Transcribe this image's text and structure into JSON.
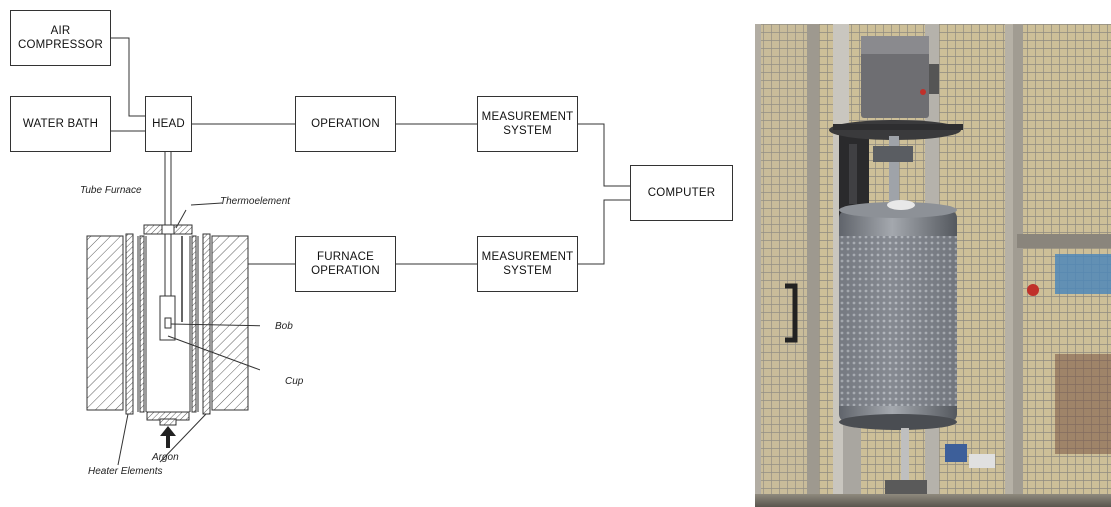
{
  "diagram": {
    "boxes": {
      "air_compressor": "AIR\nCOMPRESSOR",
      "water_bath": "WATER BATH",
      "head": "HEAD",
      "operation": "OPERATION",
      "measurement_system_top": "MEASUREMENT\nSYSTEM",
      "computer": "COMPUTER",
      "furnace_operation": "FURNACE\nOPERATION",
      "measurement_system_bottom": "MEASUREMENT\nSYSTEM"
    },
    "labels": {
      "tube_furnace": "Tube Furnace",
      "thermoelement": "Thermoelement",
      "bob": "Bob",
      "cup": "Cup",
      "argon": "Argon",
      "heater_elements": "Heater Elements"
    }
  },
  "photo": {
    "subject": "rotational viscometer with tube furnace inside mesh cabinet",
    "colors": {
      "cabinet_frame": "#a8a49c",
      "mesh_background": "#d8c9a0",
      "furnace_body": "#8a8e95",
      "head_unit": "#6e6e72",
      "warning_red": "#c0302a"
    }
  }
}
